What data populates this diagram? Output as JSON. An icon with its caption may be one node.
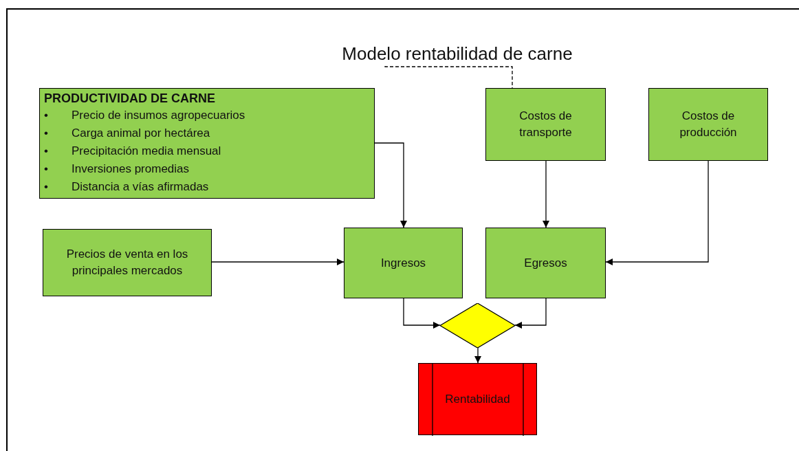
{
  "diagram": {
    "nodes": [
      {
        "text": [
          "Modelo rentabilidad de carne"
        ]
      },
      {
        "text": [
          "PRODUCTIVIDAD DE CARNE",
          "• Precio de insumos agropecuarios",
          "• Carga animal por hectárea",
          "• Precipitación media mensual",
          "• Inversiones promedias",
          "• Distancia a vías afirmadas"
        ]
      },
      {
        "text": [
          "Costos de transporte"
        ]
      },
      {
        "text": [
          "Costos de producción"
        ]
      },
      {
        "text": [
          "Precios de venta en los principales mercados"
        ]
      },
      {
        "text": [
          "Ingresos"
        ]
      },
      {
        "text": [
          "Egresos"
        ]
      },
      {
        "text": [],
        "shape": "diamond"
      },
      {
        "text": [
          "Rentabilidad"
        ]
      }
    ],
    "edges": [
      {
        "from": 0,
        "to": 2,
        "arrow": "none",
        "style": "dashed"
      },
      {
        "from": 1,
        "to": 5,
        "arrow": "to"
      },
      {
        "from": 2,
        "to": 6,
        "arrow": "to"
      },
      {
        "from": 3,
        "to": 6,
        "arrow": "to"
      },
      {
        "from": 4,
        "to": 5,
        "arrow": "to"
      },
      {
        "from": 5,
        "to": 7,
        "arrow": "to"
      },
      {
        "from": 6,
        "to": 7,
        "arrow": "to"
      },
      {
        "from": 7,
        "to": 8,
        "arrow": "to"
      }
    ]
  }
}
